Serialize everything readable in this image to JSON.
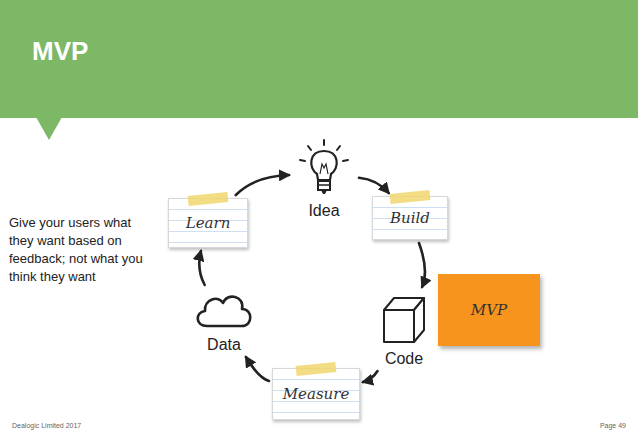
{
  "diagram": {
    "title": "MVP",
    "nodes": [
      {
        "text": [
          "Idea"
        ]
      },
      {
        "text": [
          "Build"
        ]
      },
      {
        "text": [
          "Code"
        ]
      },
      {
        "text": [
          "MVP"
        ]
      },
      {
        "text": [
          "Measure"
        ]
      },
      {
        "text": [
          "Data"
        ]
      },
      {
        "text": [
          "Learn"
        ]
      }
    ],
    "edges": [
      {
        "from": 0,
        "to": 1,
        "arrow": "to"
      },
      {
        "from": 1,
        "to": 2,
        "arrow": "to"
      },
      {
        "from": 2,
        "to": 4,
        "arrow": "to"
      },
      {
        "from": 4,
        "to": 5,
        "arrow": "to"
      },
      {
        "from": 5,
        "to": 6,
        "arrow": "to"
      },
      {
        "from": 6,
        "to": 0,
        "arrow": "to"
      }
    ],
    "labels": [
      "Give your users what they want based on feedback; not what you think they want",
      "Dealogic Limited 2017",
      "Page 49"
    ]
  }
}
